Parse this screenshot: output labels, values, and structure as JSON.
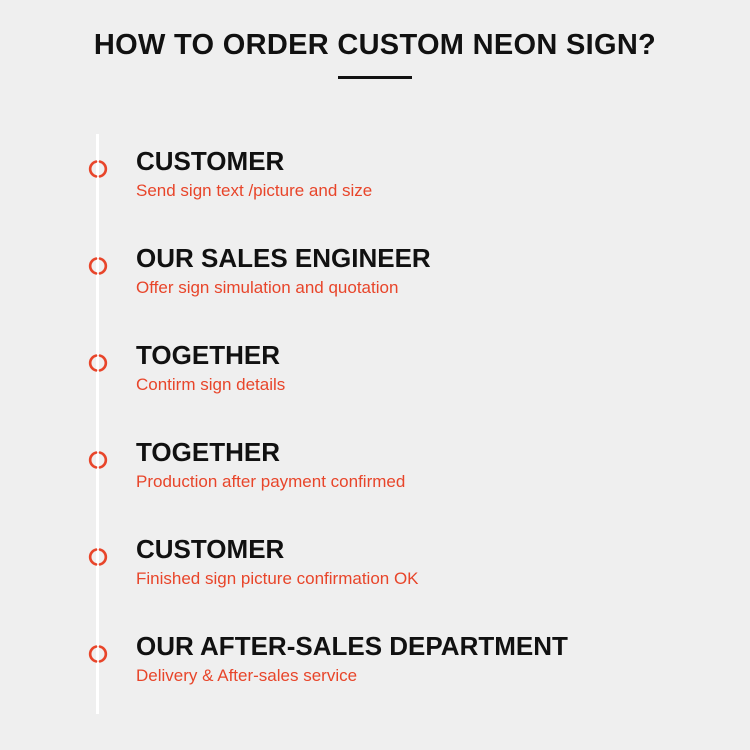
{
  "page": {
    "title": "HOW TO ORDER CUSTOM NEON SIGN?"
  },
  "colors": {
    "accent": "#e8452a",
    "heading": "#111111",
    "background": "#efefef",
    "timeline": "#ffffff"
  },
  "marker_icon": "circle-marker-icon",
  "steps": [
    {
      "heading": "CUSTOMER",
      "text": "Send sign text /picture and size"
    },
    {
      "heading": "OUR SALES ENGINEER",
      "text": "Offer sign simulation and quotation"
    },
    {
      "heading": "TOGETHER",
      "text": "Contirm sign details"
    },
    {
      "heading": "TOGETHER",
      "text": "Production after payment confirmed"
    },
    {
      "heading": "CUSTOMER",
      "text": "Finished sign picture confirmation OK"
    },
    {
      "heading": "OUR AFTER-SALES DEPARTMENT",
      "text": "Delivery & After-sales service"
    }
  ]
}
